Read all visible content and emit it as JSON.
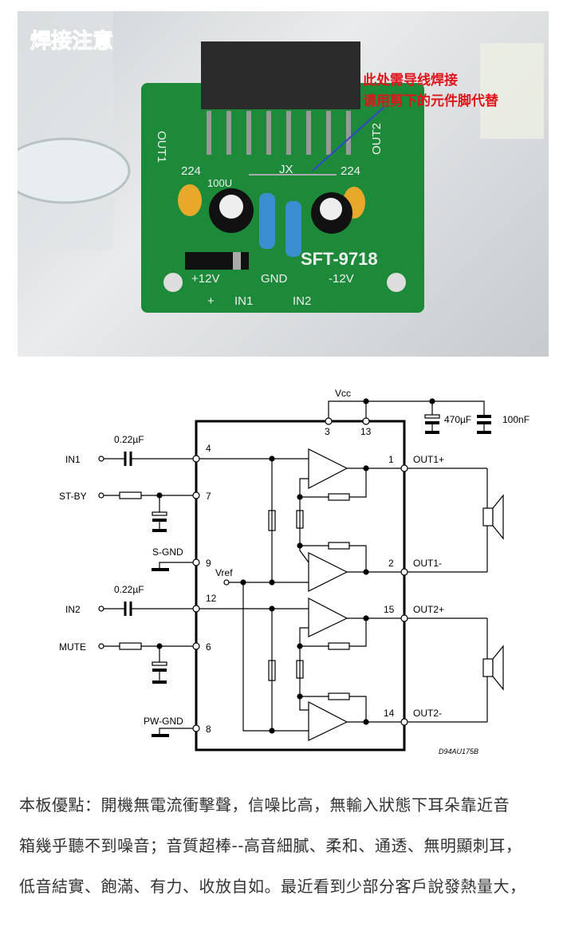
{
  "photo": {
    "title": "焊接注意",
    "note_line1": "此处需导线焊接",
    "note_line2": "请用剪下的元件脚代替",
    "board": {
      "model": "SFT-9718",
      "out1": "OUT1",
      "out2": "OUT2",
      "cap_left": "224",
      "cap_right": "224",
      "elcap": "100U",
      "jumper": "JX",
      "plus12": "+12V",
      "gnd": "GND",
      "minus12": "-12V",
      "pin_plus": "+",
      "pin_in1": "IN1",
      "pin_in2": "IN2"
    }
  },
  "schematic": {
    "vcc": "Vcc",
    "pin3": "3",
    "pin13": "13",
    "cap470": "470µF",
    "cap100": "100nF",
    "in1": "IN1",
    "in1_cap": "0.22µF",
    "pin4": "4",
    "stby": "ST-BY",
    "pin7": "7",
    "sgnd": "S-GND",
    "pin9": "9",
    "vref": "Vref",
    "in2": "IN2",
    "in2_cap": "0.22µF",
    "pin12": "12",
    "mute": "MUTE",
    "pin6": "6",
    "pwgnd": "PW-GND",
    "pin8": "8",
    "pin1": "1",
    "out1p": "OUT1+",
    "pin2": "2",
    "out1m": "OUT1-",
    "pin15": "15",
    "out2p": "OUT2+",
    "pin14": "14",
    "out2m": "OUT2-",
    "ref": "D94AU175B"
  },
  "body_text": [
    "本板優點：開機無電流衝擊聲，信噪比高，無輸入狀態下耳朵靠近音",
    "箱幾乎聽不到噪音；音質超棒--高音細膩、柔和、通透、無明顯刺耳，",
    "低音結實、飽滿、有力、收放自如。最近看到少部分客戶說發熱量大，"
  ]
}
